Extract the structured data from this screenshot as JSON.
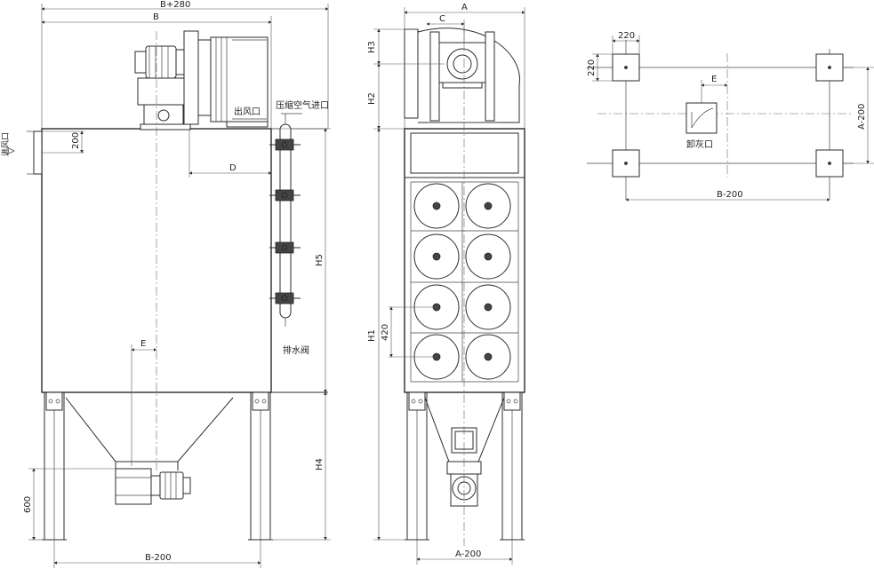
{
  "front_view": {
    "dim_top_total": "B+280",
    "dim_top_body": "B",
    "dim_inlet_height": "200",
    "dim_d": "D",
    "dim_e": "E",
    "dim_h5": "H5",
    "dim_h4": "H4",
    "dim_600": "600",
    "dim_bottom": "B-200",
    "label_inlet": "进风口",
    "label_outlet": "出风口",
    "label_compressed_air": "压缩空气进口",
    "label_drain_valve": "排水阀"
  },
  "side_view": {
    "dim_a": "A",
    "dim_c": "C",
    "dim_h3": "H3",
    "dim_h2": "H2",
    "dim_h1": "H1",
    "dim_420": "420",
    "dim_bottom": "A-200"
  },
  "plan_view": {
    "dim_220_w": "220",
    "dim_220_h": "220",
    "dim_e": "E",
    "dim_a_200": "A-200",
    "dim_b_200": "B-200",
    "label_discharge": "卸灰口"
  }
}
